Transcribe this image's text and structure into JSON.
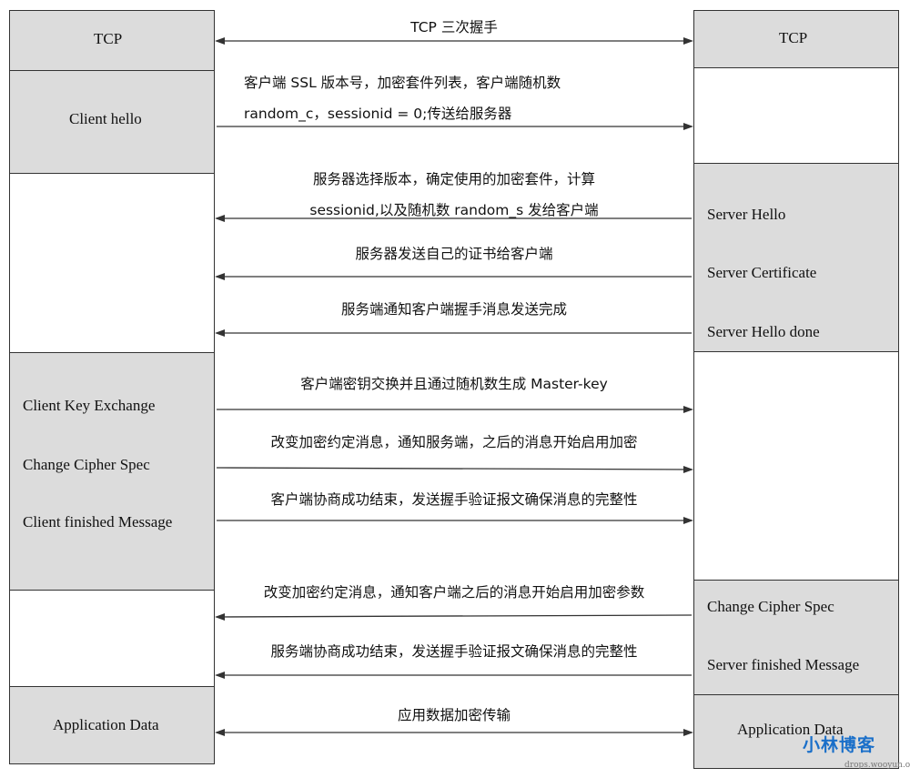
{
  "top_label": "TCP 三次握手",
  "client_column": {
    "tcp": "TCP",
    "client_hello": "Client hello",
    "client_key_exchange": "Client Key Exchange",
    "change_cipher_spec": "Change Cipher Spec",
    "client_finished": "Client finished Message",
    "application_data": "Application Data"
  },
  "server_column": {
    "tcp": "TCP",
    "server_hello": "Server Hello",
    "server_certificate": "Server Certificate",
    "server_hello_done": "Server Hello done",
    "change_cipher_spec": "Change Cipher Spec",
    "server_finished": "Server finished Message",
    "application_data": "Application Data"
  },
  "messages": {
    "client_hello_line1": "客户端 SSL 版本号，加密套件列表，客户端随机数",
    "client_hello_line2": "random_c，sessionid = 0;传送给服务器",
    "server_hello_line1": "服务器选择版本，确定使用的加密套件，计算",
    "server_hello_line2": "sessionid,以及随机数 random_s 发给客户端",
    "server_certificate": "服务器发送自己的证书给客户端",
    "server_hello_done": "服务端通知客户端握手消息发送完成",
    "client_key_exchange": "客户端密钥交换并且通过随机数生成 Master-key",
    "client_change_cipher": "改变加密约定消息，通知服务端，之后的消息开始启用加密",
    "client_finished": "客户端协商成功结束，发送握手验证报文确保消息的完整性",
    "server_change_cipher": "改变加密约定消息，通知客户端之后的消息开始启用加密参数",
    "server_finished": "服务端协商成功结束，发送握手验证报文确保消息的完整性",
    "application_data": "应用数据加密传输"
  },
  "watermark": {
    "logo": "小林博客",
    "url": "drops.wooyun.org"
  },
  "colors": {
    "box_gray": "#dcdcdc",
    "box_white": "#ffffff",
    "line": "#333333",
    "watermark": "#1a6fc9"
  }
}
